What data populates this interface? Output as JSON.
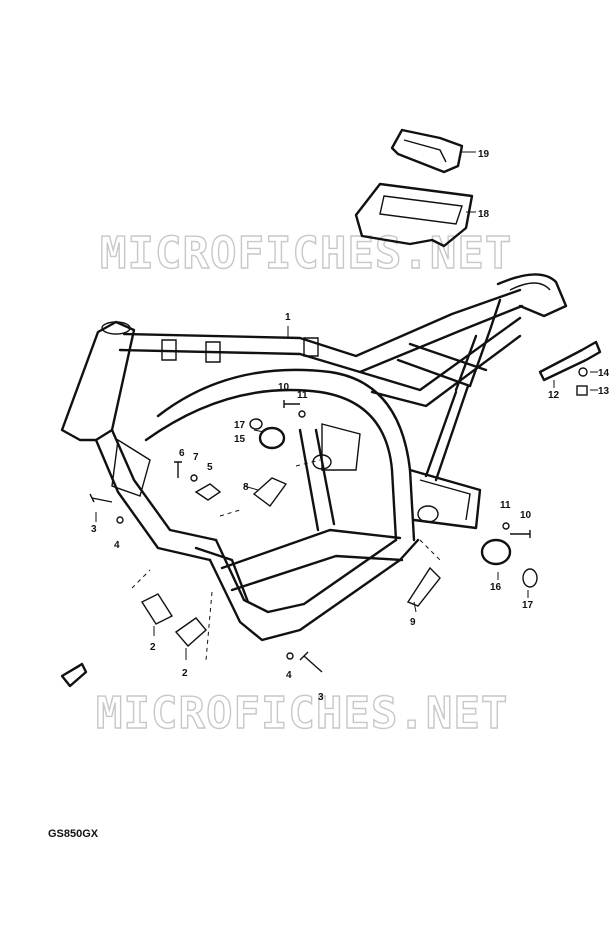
{
  "watermark": "MICROFICHES.NET",
  "model": "GS850GX",
  "callouts": [
    {
      "id": "c19",
      "label": "19"
    },
    {
      "id": "c18",
      "label": "18"
    },
    {
      "id": "c1",
      "label": "1"
    },
    {
      "id": "c14",
      "label": "14"
    },
    {
      "id": "c13",
      "label": "13"
    },
    {
      "id": "c12",
      "label": "12"
    },
    {
      "id": "c10a",
      "label": "10"
    },
    {
      "id": "c11a",
      "label": "11"
    },
    {
      "id": "c17a",
      "label": "17"
    },
    {
      "id": "c15",
      "label": "15"
    },
    {
      "id": "c6",
      "label": "6"
    },
    {
      "id": "c7",
      "label": "7"
    },
    {
      "id": "c5",
      "label": "5"
    },
    {
      "id": "c8",
      "label": "8"
    },
    {
      "id": "c3a",
      "label": "3"
    },
    {
      "id": "c4a",
      "label": "4"
    },
    {
      "id": "c11b",
      "label": "11"
    },
    {
      "id": "c10b",
      "label": "10"
    },
    {
      "id": "c16",
      "label": "16"
    },
    {
      "id": "c17b",
      "label": "17"
    },
    {
      "id": "c9",
      "label": "9"
    },
    {
      "id": "c2a",
      "label": "2"
    },
    {
      "id": "c2b",
      "label": "2"
    },
    {
      "id": "c4b",
      "label": "4"
    },
    {
      "id": "c3b",
      "label": "3"
    }
  ]
}
